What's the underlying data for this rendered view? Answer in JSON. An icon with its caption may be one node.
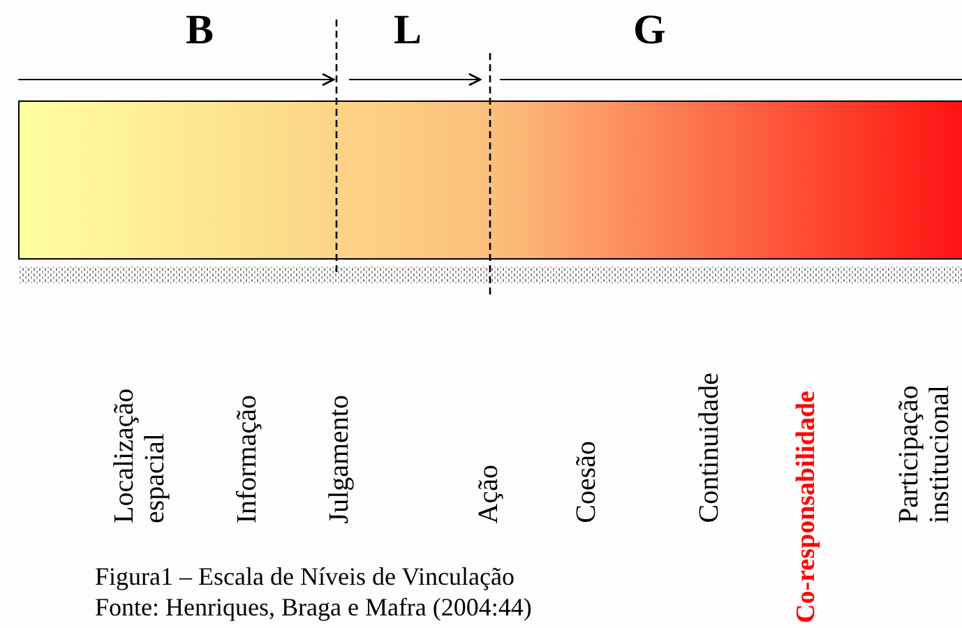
{
  "diagram": {
    "caption": "Figura1 – Escala de Níveis de Vinculação",
    "nodes": [
      {
        "text": [],
        "shape": "bar"
      }
    ],
    "labels": [
      "B",
      "L",
      "G",
      "Localização espacial",
      "Informação",
      "Julgamento",
      "Ação",
      "Coesão",
      "Continuidade",
      "Co-responsabilidade",
      "Participação institucional",
      "Fonte: Henriques, Braga e Mafra (2004:44)"
    ]
  }
}
